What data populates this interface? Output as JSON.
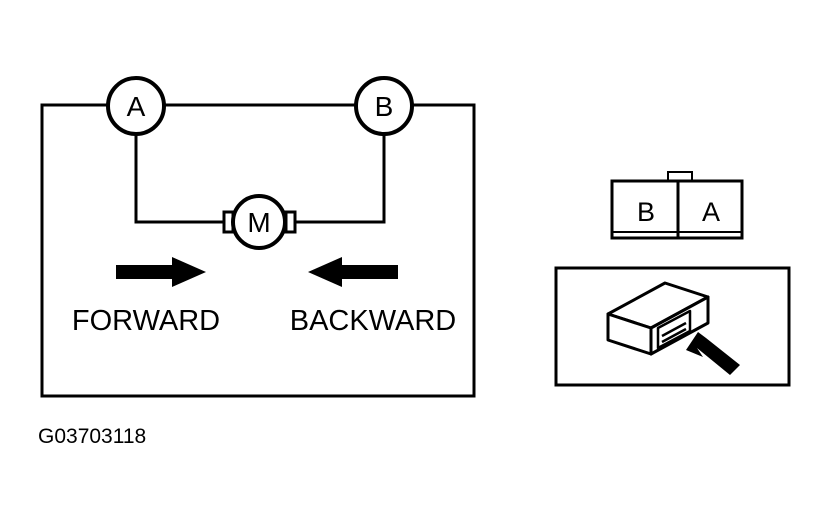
{
  "circuit": {
    "terminal_a": "A",
    "terminal_b": "B",
    "motor": "M",
    "forward": "FORWARD",
    "backward": "BACKWARD"
  },
  "connector": {
    "left_cell": "B",
    "right_cell": "A"
  },
  "figure_id": "G03703118"
}
